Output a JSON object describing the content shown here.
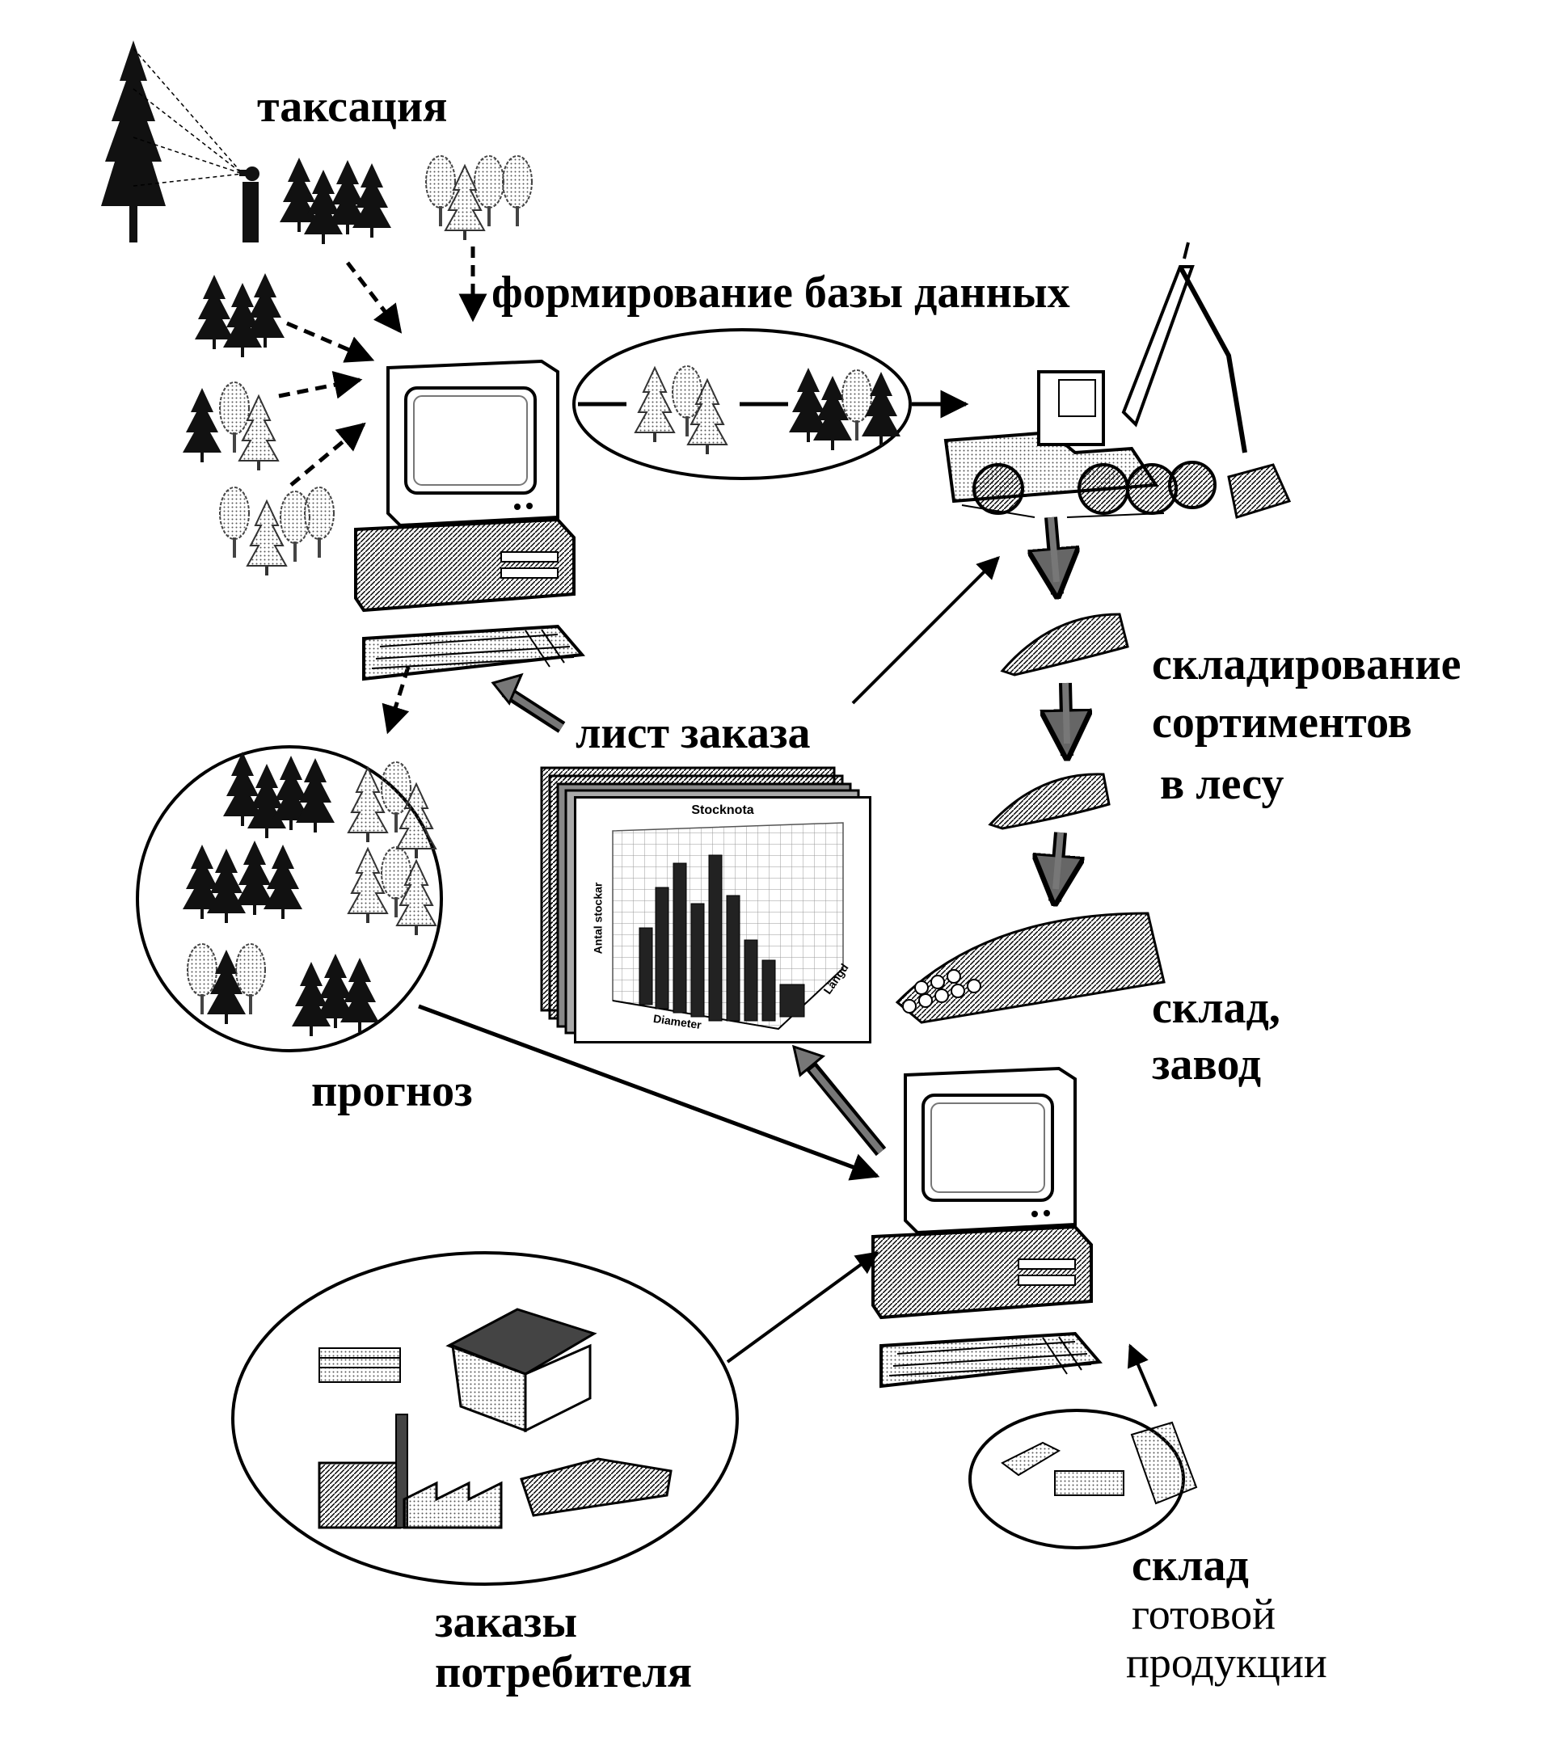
{
  "labels": {
    "taxation": "таксация",
    "database": "формирование базы данных",
    "storage_forest_1": "складирование",
    "storage_forest_2": "сортиментов",
    "storage_forest_3": "в лесу",
    "order_sheet": "лист заказа",
    "forecast": "прогноз",
    "warehouse_1": "склад,",
    "warehouse_2": "завод",
    "customer_orders_1": "заказы",
    "customer_orders_2": "потребителя",
    "finished_goods_1": "склад",
    "finished_goods_2": "готовой",
    "finished_goods_3": "продукции"
  },
  "order_chart": {
    "title": "Stocknota",
    "ylabel": "Antal stockar",
    "xlabel": "Diameter",
    "zlabel": "Längd"
  }
}
